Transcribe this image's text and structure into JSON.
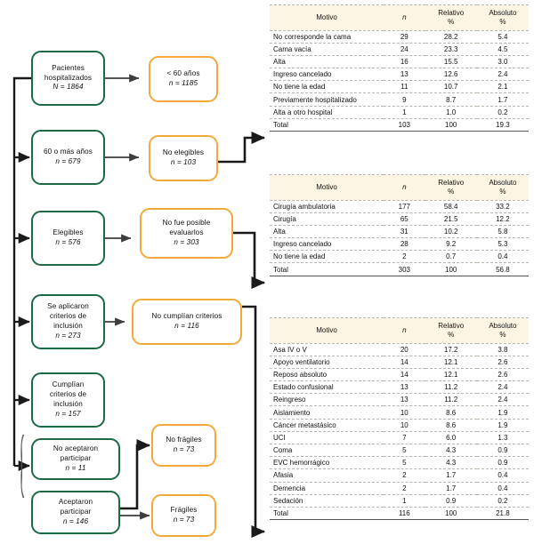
{
  "flow": {
    "nodes": [
      {
        "id": "pacientes-hospitalizados",
        "kind": "green",
        "line1": "Pacientes",
        "line2": "hospitalizados",
        "line3": "N = 1864"
      },
      {
        "id": "menor-60-anos",
        "kind": "orange",
        "line1": "< 60 años",
        "line2": "n = 1185"
      },
      {
        "id": "60-o-mas-anos",
        "kind": "green",
        "line1": "60 o más años",
        "line2": "n = 679"
      },
      {
        "id": "no-elegibles",
        "kind": "orange",
        "line1": "No elegibles",
        "line2": "n = 103"
      },
      {
        "id": "elegibles",
        "kind": "green",
        "line1": "Elegibles",
        "line2": "n = 576"
      },
      {
        "id": "no-fue-posible-evaluarlos",
        "kind": "orange",
        "line1": "No fue posible",
        "line2": "evaluarlos",
        "line3": "n = 303"
      },
      {
        "id": "se-aplicaron-criterios",
        "kind": "green",
        "line1": "Se aplicaron",
        "line2": "criterios de",
        "line3": "inclusión",
        "line4": "n = 273"
      },
      {
        "id": "no-cumplian-criterios",
        "kind": "orange",
        "line1": "No cumplían criterios",
        "line2": "n = 116"
      },
      {
        "id": "cumplian-criterios",
        "kind": "green",
        "line1": "Cumplían",
        "line2": "criterios de",
        "line3": "inclusión",
        "line4": "n = 157"
      },
      {
        "id": "no-aceptaron-participar",
        "kind": "green",
        "line1": "No aceptaron",
        "line2": "participar",
        "line3": "n = 11"
      },
      {
        "id": "aceptaron-participar",
        "kind": "green",
        "line1": "Aceptaron",
        "line2": "participar",
        "line3": "n = 146"
      },
      {
        "id": "no-fragiles",
        "kind": "orange",
        "line1": "No frágiles",
        "line2": "n = 73"
      },
      {
        "id": "fragiles",
        "kind": "orange",
        "line1": "Frágiles",
        "line2": "n = 73"
      }
    ]
  },
  "colors": {
    "green": "#1c6b45",
    "orange": "#f3a93c",
    "header_bg": "#fdf5e4",
    "connector": "#1a1a1a",
    "thin_connector": "#4a4a4a"
  },
  "tables": [
    {
      "id": "tabla-no-elegibles",
      "headers": [
        "Motivo",
        "n",
        "Relativo\n%",
        "Absoluto\n%"
      ],
      "header_motivo": "Motivo",
      "header_n": "n",
      "header_rel_1": "Relativo",
      "header_rel_2": "%",
      "header_abs_1": "Absoluto",
      "header_abs_2": "%",
      "rows": [
        [
          "No corresponde la cama",
          "29",
          "28.2",
          "5.4"
        ],
        [
          "Cama vacía",
          "24",
          "23.3",
          "4.5"
        ],
        [
          "Alta",
          "16",
          "15.5",
          "3.0"
        ],
        [
          "Ingreso cancelado",
          "13",
          "12.6",
          "2.4"
        ],
        [
          "No tiene la edad",
          "11",
          "10.7",
          "2.1"
        ],
        [
          "Previamente hospitalizado",
          "9",
          "8.7",
          "1.7"
        ],
        [
          "Alta a otro hospital",
          "1",
          "1.0",
          "0.2"
        ]
      ],
      "total": [
        "Total",
        "103",
        "100",
        "19.3"
      ]
    },
    {
      "id": "tabla-no-fue-posible-evaluarlos",
      "header_motivo": "Motivo",
      "header_n": "n",
      "header_rel_1": "Relativo",
      "header_rel_2": "%",
      "header_abs_1": "Absoluto",
      "header_abs_2": "%",
      "rows": [
        [
          "Cirugía ambulatoria",
          "177",
          "58.4",
          "33.2"
        ],
        [
          "Cirugía",
          "65",
          "21.5",
          "12.2"
        ],
        [
          "Alta",
          "31",
          "10.2",
          "5.8"
        ],
        [
          "Ingreso cancelado",
          "28",
          "9.2",
          "5.3"
        ],
        [
          "No tiene la edad",
          "2",
          "0.7",
          "0.4"
        ]
      ],
      "total": [
        "Total",
        "303",
        "100",
        "56.8"
      ]
    },
    {
      "id": "tabla-no-cumplian-criterios",
      "header_motivo": "Motivo",
      "header_n": "n",
      "header_rel_1": "Relativo",
      "header_rel_2": "%",
      "header_abs_1": "Absoluto",
      "header_abs_2": "%",
      "rows": [
        [
          "Asa IV o V",
          "20",
          "17.2",
          "3.8"
        ],
        [
          "Apoyo ventilatorio",
          "14",
          "12.1",
          "2.6"
        ],
        [
          "Reposo absoluto",
          "14",
          "12.1",
          "2.6"
        ],
        [
          "Estado confusional",
          "13",
          "11.2",
          "2.4"
        ],
        [
          "Reingreso",
          "13",
          "11.2",
          "2.4"
        ],
        [
          "Aislamiento",
          "10",
          "8.6",
          "1.9"
        ],
        [
          "Cáncer metastásico",
          "10",
          "8.6",
          "1.9"
        ],
        [
          "UCI",
          "7",
          "6.0",
          "1.3"
        ],
        [
          "Coma",
          "5",
          "4.3",
          "0.9"
        ],
        [
          "EVC hemorrágico",
          "5",
          "4.3",
          "0.9"
        ],
        [
          "Afasia",
          "2",
          "1.7",
          "0.4"
        ],
        [
          "Demencia",
          "2",
          "1.7",
          "0.4"
        ],
        [
          "Sedación",
          "1",
          "0.9",
          "0.2"
        ]
      ],
      "total": [
        "Total",
        "116",
        "100",
        "21.8"
      ]
    }
  ]
}
